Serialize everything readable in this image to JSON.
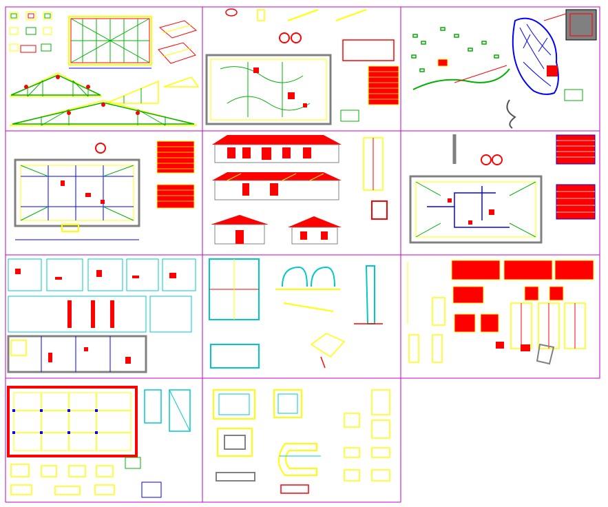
{
  "sheets": [
    {
      "id": "roof-trusses",
      "colors": [
        "#ffff00",
        "#00b000",
        "#ff0000"
      ]
    },
    {
      "id": "electrical-plan",
      "colors": [
        "#00b000",
        "#ff0000",
        "#ffff00"
      ]
    },
    {
      "id": "site-location-map",
      "colors": [
        "#0000ff",
        "#00b000",
        "#ff0000"
      ]
    },
    {
      "id": "architectural-floor-plan",
      "colors": [
        "#0000ff",
        "#ff0000",
        "#ffff00"
      ]
    },
    {
      "id": "elevations-sections",
      "colors": [
        "#ff0000",
        "#ffff00",
        "#00b000"
      ]
    },
    {
      "id": "plumbing-plan",
      "colors": [
        "#0000ff",
        "#00b000",
        "#ff0000"
      ]
    },
    {
      "id": "bathroom-details",
      "colors": [
        "#00c8c8",
        "#ff0000",
        "#ffff00"
      ]
    },
    {
      "id": "structural-details",
      "colors": [
        "#00c8c8",
        "#ffff00",
        "#ff0000"
      ]
    },
    {
      "id": "carpentry-details",
      "colors": [
        "#ff0000",
        "#ffff00",
        "#00b000"
      ]
    },
    {
      "id": "foundation-plan",
      "colors": [
        "#ff0000",
        "#ffff00",
        "#0000ff"
      ]
    },
    {
      "id": "footing-details",
      "colors": [
        "#ffff00",
        "#00c8c8",
        "#ff0000"
      ]
    }
  ],
  "sheet_border_color": "#c000c0"
}
